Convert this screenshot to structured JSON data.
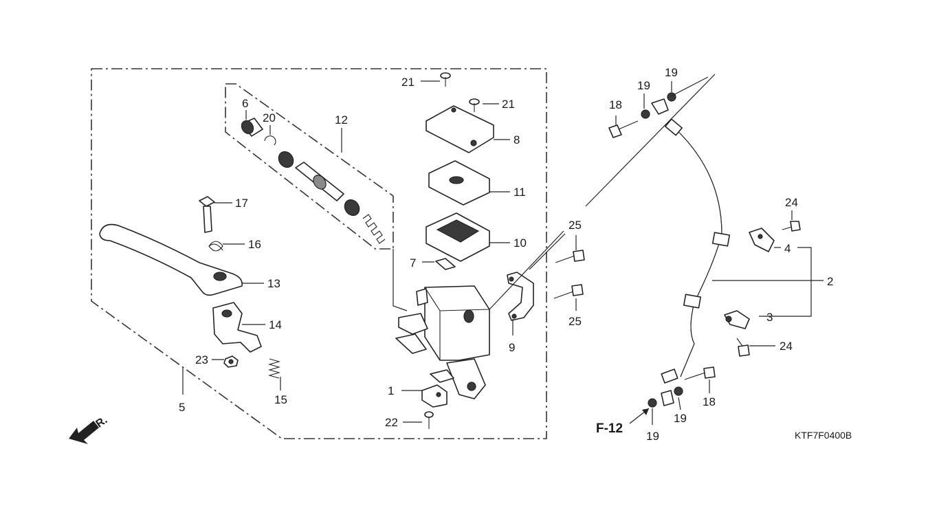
{
  "diagram": {
    "code": "KTF7F0400B",
    "reference": "F-12",
    "direction": "FR.",
    "parts": [
      {
        "id": "p1",
        "number": "1"
      },
      {
        "id": "p2",
        "number": "2"
      },
      {
        "id": "p3",
        "number": "3"
      },
      {
        "id": "p4",
        "number": "4"
      },
      {
        "id": "p5",
        "number": "5"
      },
      {
        "id": "p6",
        "number": "6"
      },
      {
        "id": "p7",
        "number": "7"
      },
      {
        "id": "p8",
        "number": "8"
      },
      {
        "id": "p9",
        "number": "9"
      },
      {
        "id": "p10",
        "number": "10"
      },
      {
        "id": "p11",
        "number": "11"
      },
      {
        "id": "p12",
        "number": "12"
      },
      {
        "id": "p13",
        "number": "13"
      },
      {
        "id": "p14",
        "number": "14"
      },
      {
        "id": "p15",
        "number": "15"
      },
      {
        "id": "p16",
        "number": "16"
      },
      {
        "id": "p17",
        "number": "17"
      },
      {
        "id": "p18a",
        "number": "18"
      },
      {
        "id": "p18b",
        "number": "18"
      },
      {
        "id": "p19a",
        "number": "19"
      },
      {
        "id": "p19b",
        "number": "19"
      },
      {
        "id": "p19c",
        "number": "19"
      },
      {
        "id": "p19d",
        "number": "19"
      },
      {
        "id": "p20",
        "number": "20"
      },
      {
        "id": "p21a",
        "number": "21"
      },
      {
        "id": "p21b",
        "number": "21"
      },
      {
        "id": "p22",
        "number": "22"
      },
      {
        "id": "p23",
        "number": "23"
      },
      {
        "id": "p24a",
        "number": "24"
      },
      {
        "id": "p24b",
        "number": "24"
      },
      {
        "id": "p25a",
        "number": "25"
      },
      {
        "id": "p25b",
        "number": "25"
      }
    ]
  }
}
